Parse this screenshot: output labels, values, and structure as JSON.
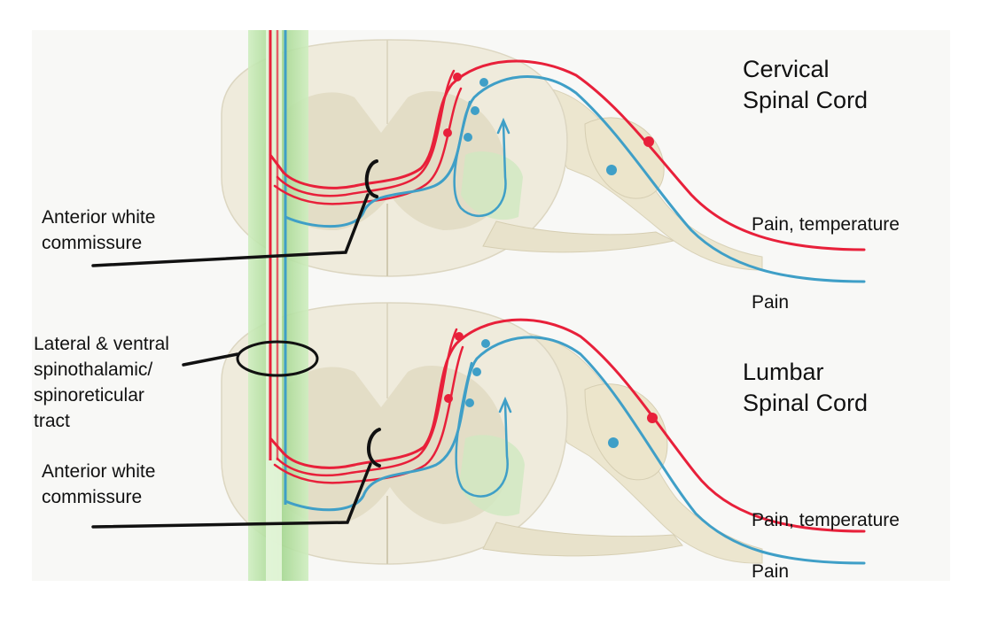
{
  "sections": [
    {
      "title_line1": "Cervical",
      "title_line2": "Spinal Cord",
      "fiber_red_label": "Pain, temperature",
      "fiber_blue_label": "Pain"
    },
    {
      "title_line1": "Lumbar",
      "title_line2": "Spinal Cord",
      "fiber_red_label": "Pain, temperature",
      "fiber_blue_label": "Pain"
    }
  ],
  "callouts": {
    "commissure_upper": [
      "Anterior white",
      "commissure"
    ],
    "tract": [
      "Lateral & ventral",
      "spinothalamic/",
      "spinoreticular",
      "tract"
    ],
    "commissure_lower": [
      "Anterior white",
      "commissure"
    ]
  },
  "colors": {
    "pain_temperature_fiber": "#e8203a",
    "pain_fiber": "#3f9fc7",
    "tract_column": "#a8d98a",
    "cord_tissue": "#ece8d6",
    "gray_matter": "#ddd8c2"
  }
}
